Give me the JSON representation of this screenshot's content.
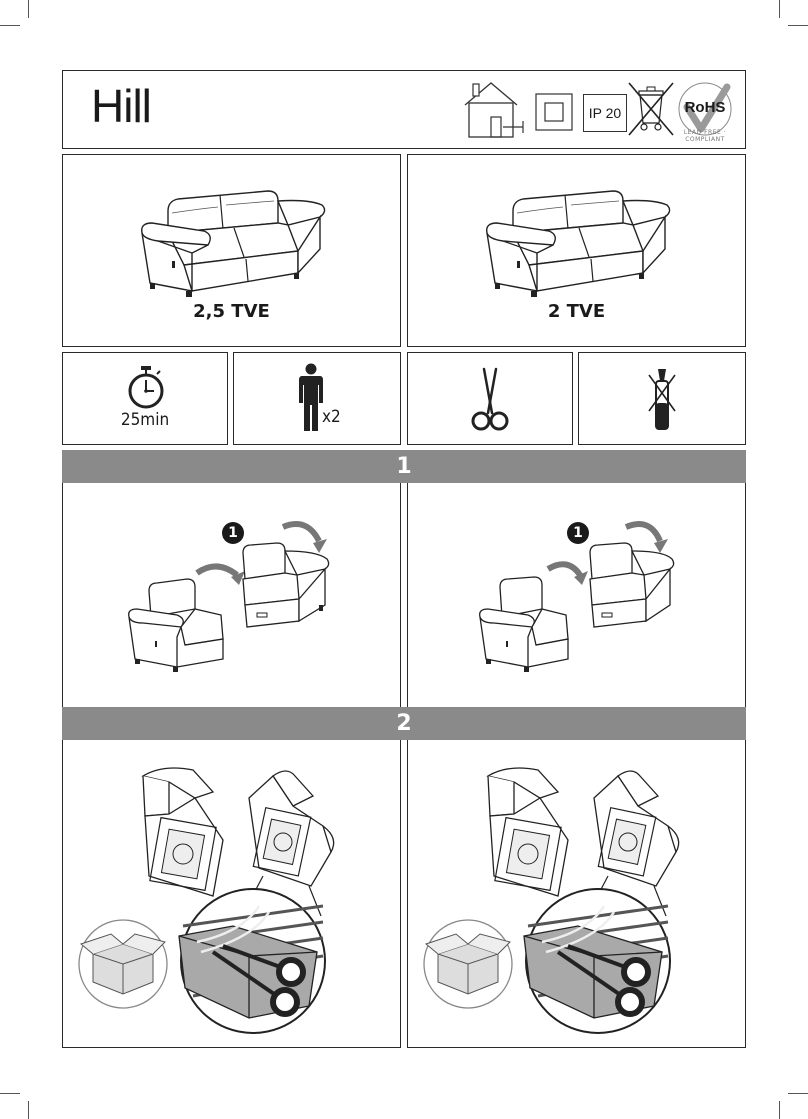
{
  "header": {
    "title": "Hill",
    "ip_rating": "IP 20",
    "rohs": "RoHS",
    "rohs_ring": "LEAD FREE · COMPLIANT"
  },
  "models": [
    {
      "name": "2,5 TVE"
    },
    {
      "name": "2 TVE"
    }
  ],
  "requirements": {
    "time": "25min",
    "people": "x2"
  },
  "steps": [
    {
      "number": "1",
      "marker": "1"
    },
    {
      "number": "2"
    }
  ]
}
